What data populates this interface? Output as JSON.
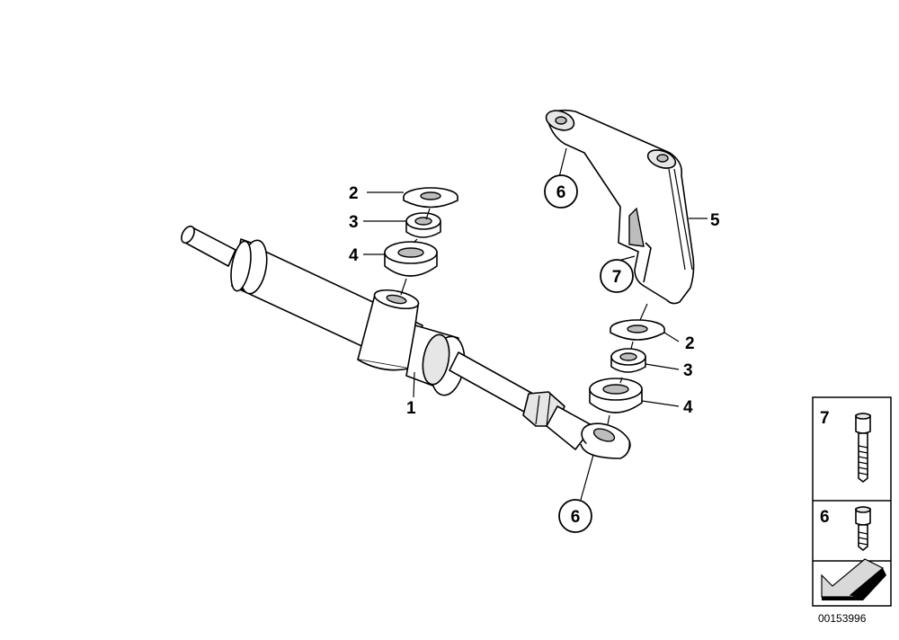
{
  "callouts": {
    "damper": "1",
    "washer_left": "2",
    "bush_left": "3",
    "ring_left": "4",
    "bracket": "5",
    "screw_top": "6",
    "screw_bracket": "7",
    "washer_right": "2",
    "bush_right": "3",
    "ring_right": "4",
    "screw_bottom": "6"
  },
  "legend": {
    "item_a": "7",
    "item_b": "6"
  },
  "diagram_id": "00153996",
  "colors": {
    "line": "#000000",
    "shade": "#e6e6e6",
    "paper": "#ffffff"
  }
}
